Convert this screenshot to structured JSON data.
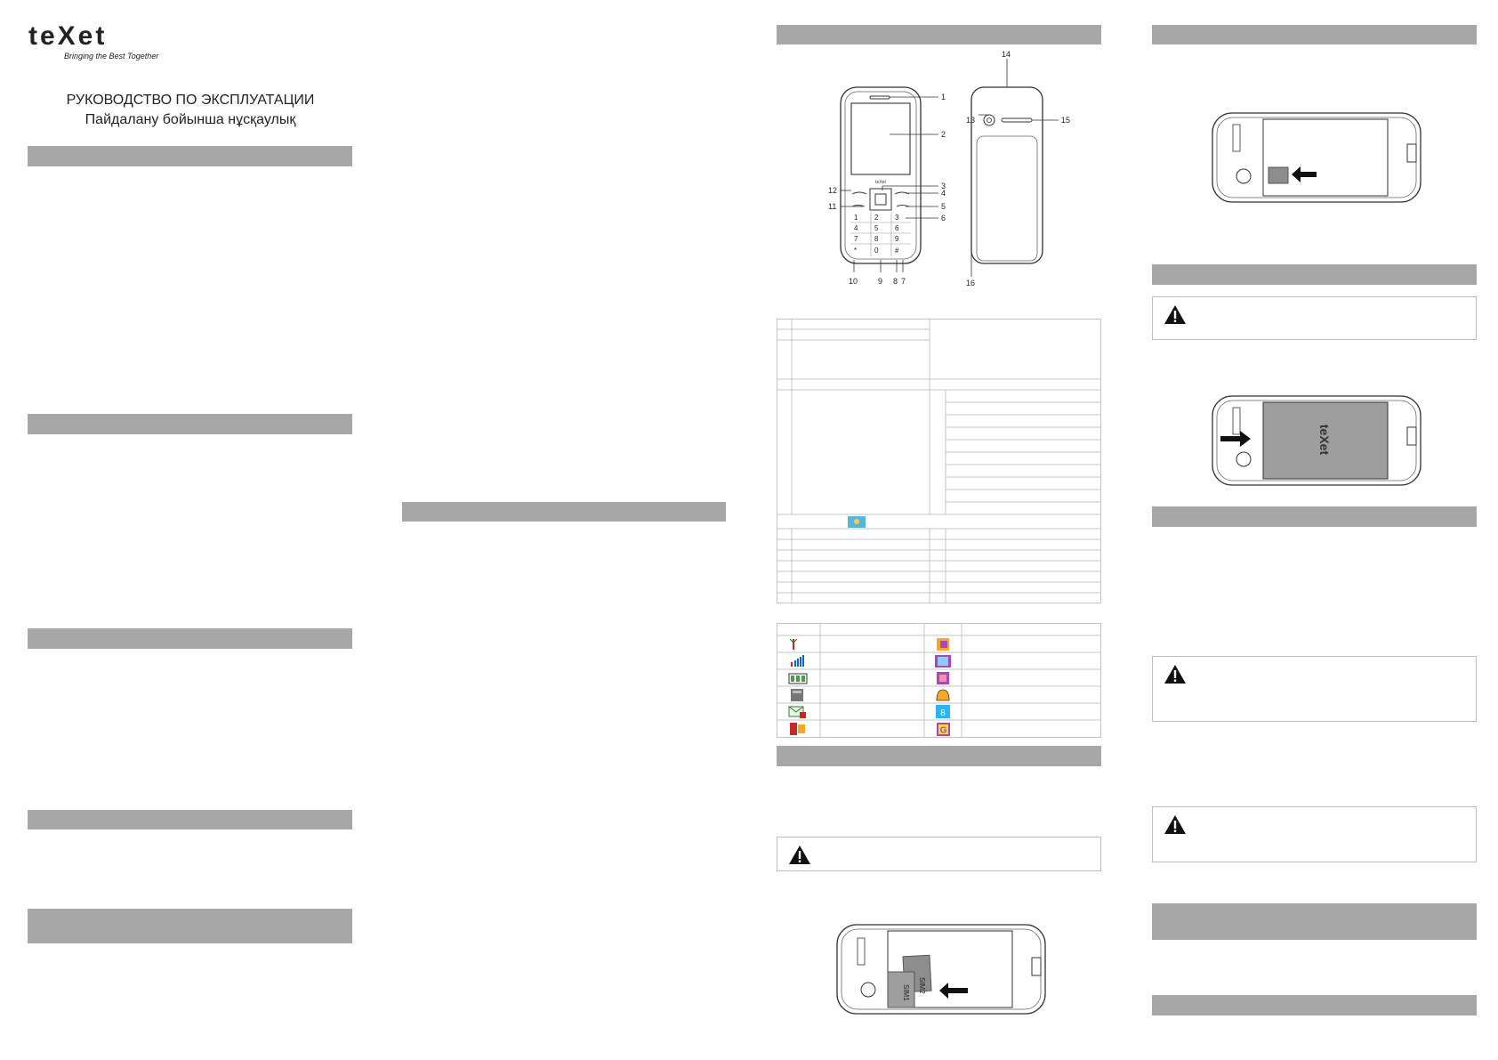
{
  "brand": {
    "logo": "teXet",
    "tagline": "Bringing the Best Together"
  },
  "cover": {
    "title_ru": "РУКОВОДСТВО ПО ЭКСПЛУАТАЦИИ",
    "title_kk": "Пайдалану бойынша нұсқаулық"
  },
  "phone_diagram": {
    "callouts": [
      "1",
      "2",
      "3",
      "4",
      "5",
      "6",
      "7",
      "8",
      "9",
      "10",
      "11",
      "12",
      "13",
      "14",
      "15",
      "16"
    ],
    "keypad": [
      "1",
      "2",
      "3",
      "4",
      "5",
      "6",
      "7",
      "8",
      "9",
      "*",
      "0",
      "#"
    ],
    "screen_brand": "teXet"
  },
  "sim_diagram": {
    "sim1": "SIM1",
    "sim2": "SIM2"
  },
  "battery_diagram": {
    "battery_brand": "teXet"
  },
  "colors": {
    "section_bar": "#a7a7a7",
    "table_border": "#c4c4c4",
    "kz_flag": "#5ab4e0"
  },
  "icons": {
    "warning": "warning-icon",
    "status_left": [
      "antenna-icon",
      "signal-strength-icon",
      "battery-icon",
      "memory-card-icon",
      "new-message-icon",
      "missed-call-icon"
    ],
    "status_right": [
      "profile-general-icon",
      "profile-meeting-icon",
      "profile-outdoor-icon",
      "alarm-icon",
      "profile-silent-icon",
      "gprs-icon"
    ]
  }
}
